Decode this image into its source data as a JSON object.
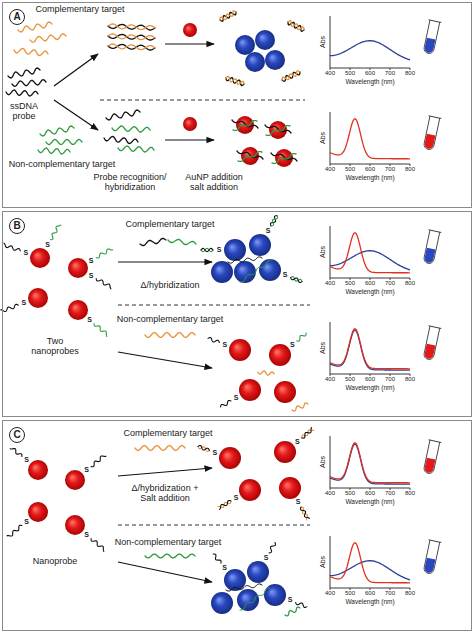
{
  "diagram": {
    "nodes": [
      {
        "text": [
          "A"
        ]
      },
      {
        "text": [
          "B"
        ]
      },
      {
        "text": [
          "C"
        ]
      }
    ],
    "labels": [
      "Complementary target",
      "ssDNA probe",
      "Non-complementary target",
      "Probe recognition/ hybridization",
      "AuNP addition salt addition",
      "Abs",
      "400",
      "500",
      "600",
      "700",
      "800",
      "Wavelength (nm)",
      "Abs",
      "400",
      "500",
      "600",
      "700",
      "800",
      "Wavelength (nm)",
      "Complementary target",
      "Δ/hybridization",
      "Two nanoprobes",
      "Non-complementary target",
      "S",
      "S",
      "S",
      "S",
      "S",
      "S",
      "S",
      "S",
      "S",
      "S",
      "S",
      "S",
      "Abs",
      "400",
      "500",
      "600",
      "700",
      "800",
      "Wavelength (nm)",
      "Abs",
      "400",
      "500",
      "600",
      "700",
      "800",
      "Wavelength (nm)",
      "Complementary target",
      "Δ/hybridization + Salt addition",
      "Nanoprobe",
      "Non-complementary target",
      "S",
      "S",
      "S",
      "S",
      "S",
      "S",
      "S",
      "S",
      "S",
      "S",
      "S",
      "Abs",
      "400",
      "500",
      "600",
      "700",
      "800",
      "Wavelength (nm)",
      "Abs",
      "400",
      "500",
      "600",
      "700",
      "800",
      "Wavelength (nm)"
    ]
  }
}
